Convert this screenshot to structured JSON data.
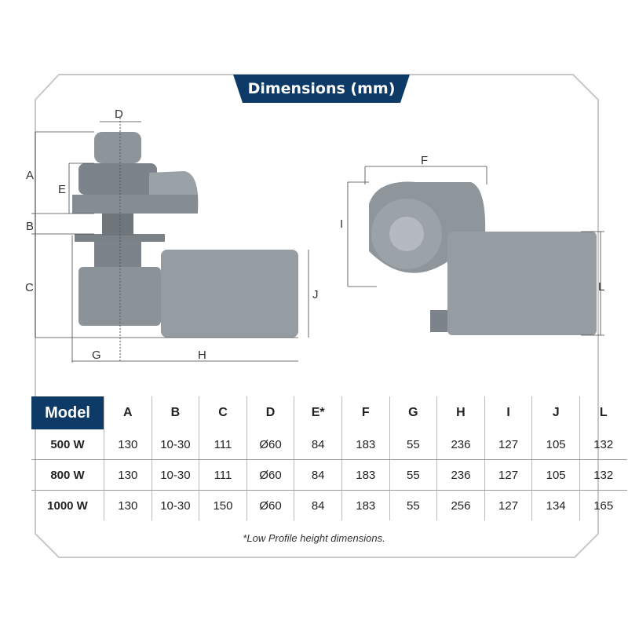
{
  "title": "Dimensions (mm)",
  "drawing_labels": {
    "A": "A",
    "B": "B",
    "C": "C",
    "D": "D",
    "E": "E",
    "F": "F",
    "G": "G",
    "H": "H",
    "I": "I",
    "J": "J",
    "L": "L"
  },
  "table": {
    "headers": [
      "Model",
      "A",
      "B",
      "C",
      "D",
      "E*",
      "F",
      "G",
      "H",
      "I",
      "J",
      "L"
    ],
    "rows": [
      [
        "500 W",
        "130",
        "10-30",
        "111",
        "Ø60",
        "84",
        "183",
        "55",
        "236",
        "127",
        "105",
        "132"
      ],
      [
        "800 W",
        "130",
        "10-30",
        "111",
        "Ø60",
        "84",
        "183",
        "55",
        "236",
        "127",
        "105",
        "132"
      ],
      [
        "1000 W",
        "130",
        "10-30",
        "150",
        "Ø60",
        "84",
        "183",
        "55",
        "256",
        "127",
        "134",
        "165"
      ]
    ]
  },
  "note": "*Low Profile height dimensions.",
  "colors": {
    "accent": "#0d3a66"
  }
}
